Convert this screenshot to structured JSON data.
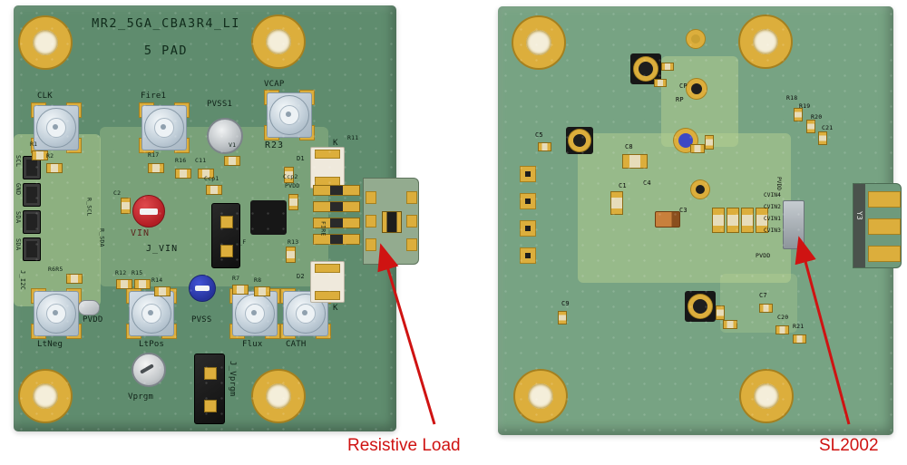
{
  "annotations": {
    "resistive_load": "Resistive Load",
    "sl2002": "SL2002",
    "color": "#cf1312"
  },
  "colors": {
    "left_board_green": "#5f8c6e",
    "right_board_green": "#77a383",
    "gold_pad": "#dcae3c"
  },
  "left_board": {
    "title1": "MR2_5GA_CBA3R4_LI",
    "title2": "5 PAD",
    "labels": {
      "clk": "CLK",
      "fire1": "Fire1",
      "pvss1": "PVSS1",
      "vcap": "VCAP",
      "r23": "R23",
      "v1": "V1",
      "r1": "R1",
      "r2": "R2",
      "r17": "R17",
      "r16": "R16",
      "c11": "C11",
      "c2": "C2",
      "ccp1": "Ccp1",
      "ccp2": "Ccp2",
      "pvdd_small": "PVDD",
      "vin": "VIN",
      "j_vin": "J_VIN",
      "l_f": "L_F",
      "fire": "FIRE",
      "r13": "R13",
      "d1": "D1",
      "d2": "D2",
      "k_top": "K",
      "k_bottom": "K",
      "r11": "R11",
      "scl": "SCL",
      "gnd": "GND",
      "sda1": "SDA",
      "sda2": "SDA",
      "j_i2c": "J_I2C",
      "r_scl": "R_SCL",
      "r_sda": "R_SDA",
      "r6r5": "R6R5",
      "r12": "R12",
      "r15": "R15",
      "r14": "R14",
      "r7": "R7",
      "r8": "R8",
      "pvdd": "PVDD",
      "pvss": "PVSS",
      "ltneg": "LtNeg",
      "ltpos": "LtPos",
      "flux": "Flux",
      "cath": "CATH",
      "vprgm": "Vprgm",
      "j_vprgm": "J_Vprgm"
    }
  },
  "right_board": {
    "labels": {
      "cp": "CP",
      "rp": "RP",
      "c5": "C5",
      "c8": "C8",
      "c1": "C1",
      "c4": "C4",
      "c3": "C3",
      "c9": "C9",
      "c7": "C7",
      "c20": "C20",
      "c21": "C21",
      "r18": "R18",
      "r19": "R19",
      "r20": "R20",
      "r21": "R21",
      "cvin4": "CVIN4",
      "cvin2": "CVIN2",
      "cvin1": "CVIN1",
      "cvin3": "CVIN3",
      "pvdd_a": "PVDD",
      "pvdd_b": "PVDD",
      "y3": "Y3"
    }
  }
}
